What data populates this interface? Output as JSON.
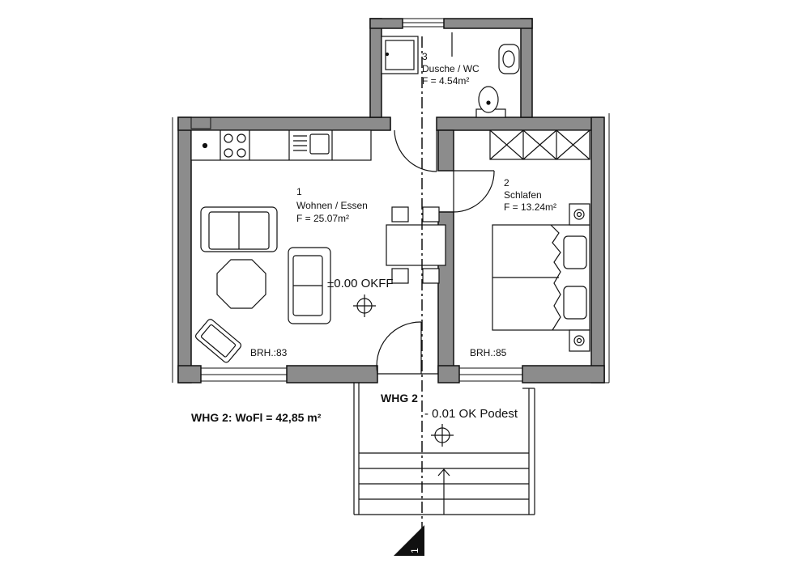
{
  "rooms": [
    {
      "number": "1",
      "name": "Wohnen / Essen",
      "area": "F = 25.07m²",
      "sill": "BRH.:83"
    },
    {
      "number": "2",
      "name": "Schlafen",
      "area": "F = 13.24m²",
      "sill": "BRH.:85"
    },
    {
      "number": "3",
      "name": "Dusche / WC",
      "area": "F = 4.54m²"
    }
  ],
  "levels": {
    "floor": "±0.00 OKFF",
    "landing": "- 0.01 OK Podest"
  },
  "unit_label": "WHG 2",
  "area_summary": "WHG 2: WoFl = 42,85 m²",
  "section_marker": "1",
  "colors": {
    "wall_fill": "#8c8c8c",
    "line": "#111111"
  }
}
